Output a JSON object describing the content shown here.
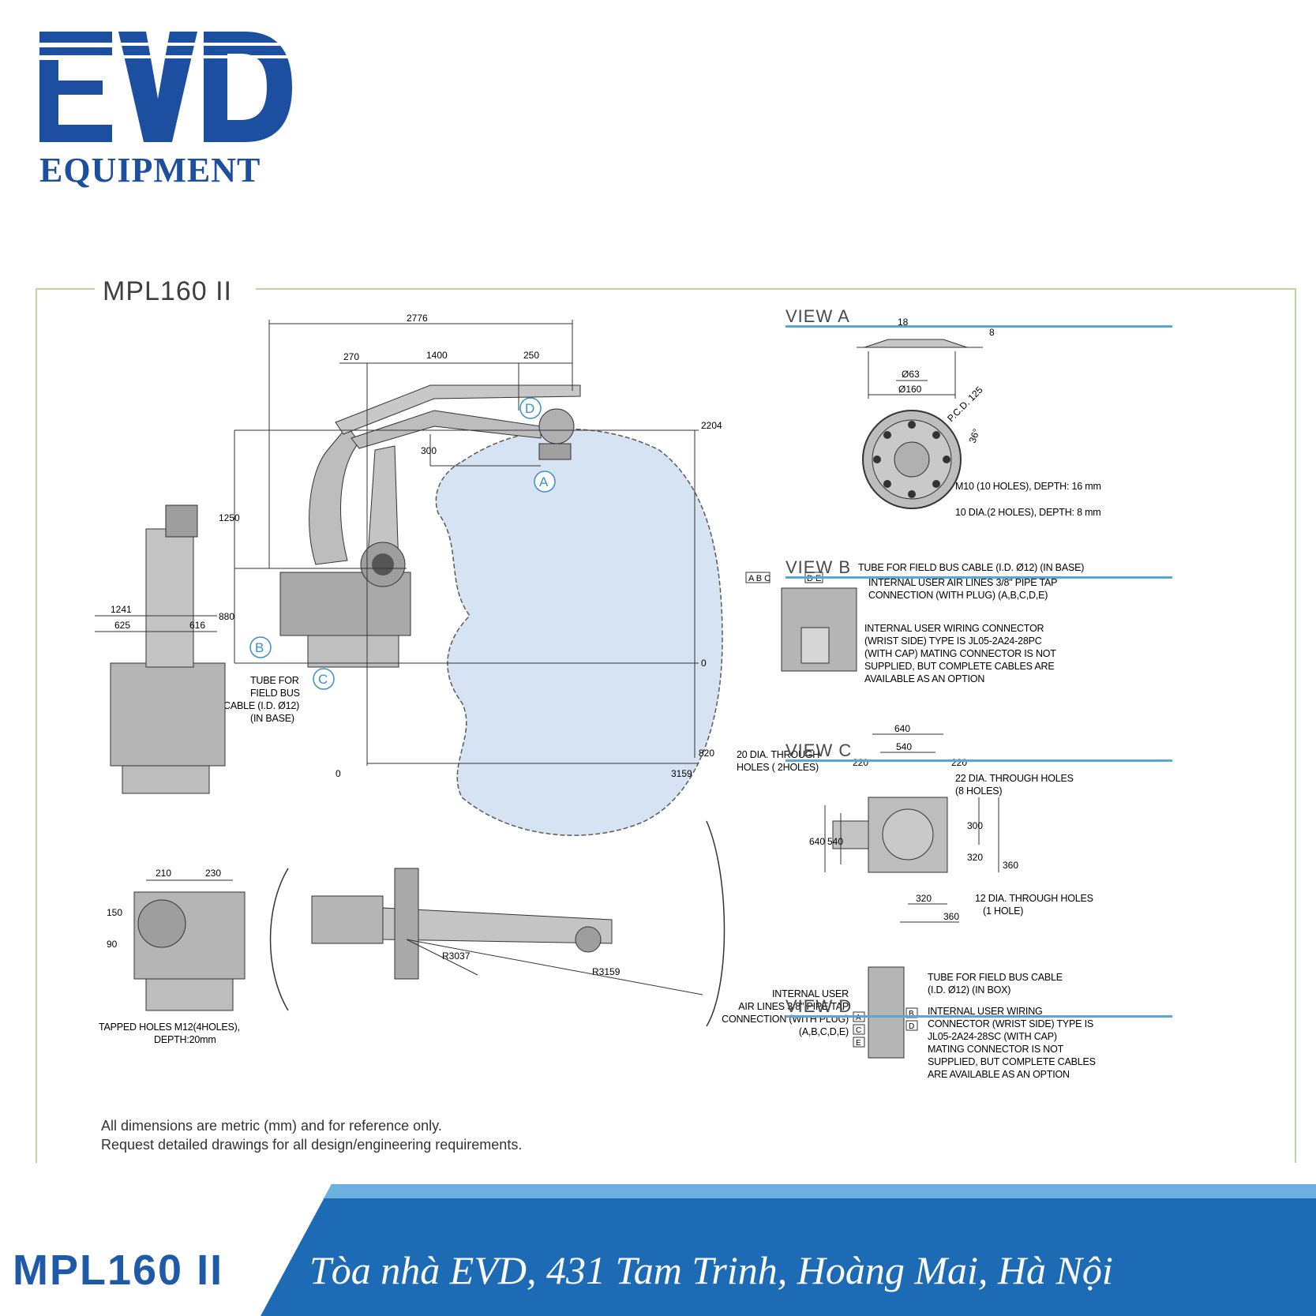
{
  "brand": {
    "logo_letters": "EVD",
    "logo_sub": "EQUIPMENT",
    "colors": {
      "brand_blue": "#1d4fa0",
      "accent_green": "#b9d99a",
      "rule_blue": "#5aa7d6",
      "footer_blue": "#1d6bb5",
      "envelope_fill": "#d6e3f2"
    }
  },
  "frame_title": "MPL160 II",
  "main_view": {
    "dims": {
      "top": "2776",
      "d270": "270",
      "d1400": "1400",
      "d250": "250",
      "d300": "300",
      "d1250": "1250",
      "d880": "880",
      "d2204": "2204",
      "d0r": "0",
      "d820": "820",
      "d0b": "0",
      "d3159": "3159"
    },
    "callouts": {
      "A": "A",
      "B": "B",
      "C": "C",
      "D": "D"
    },
    "tube_note": [
      "TUBE FOR",
      "FIELD BUS",
      "CABLE (I.D. Ø12)",
      "(IN BASE)"
    ]
  },
  "side_view": {
    "d1241": "1241",
    "d625": "625",
    "d616": "616"
  },
  "rear_view": {
    "d210": "210",
    "d230": "230",
    "d150": "150",
    "d90": "90",
    "note": [
      "TAPPED HOLES M12(4HOLES),",
      "DEPTH:20mm"
    ]
  },
  "top_view": {
    "r3037": "R3037",
    "r3159": "R3159"
  },
  "disclaimer": [
    "All dimensions are metric (mm) and for reference only.",
    "Request detailed drawings for all design/engineering requirements."
  ],
  "view_a": {
    "title": "VIEW A",
    "dims": {
      "d18": "18",
      "d8": "8",
      "d63": "Ø63",
      "d160": "Ø160",
      "pcd": "P.C.D. 125",
      "ang": "36°"
    },
    "notes": [
      "M10 (10 HOLES), DEPTH: 16 mm",
      "10 DIA.(2 HOLES), DEPTH: 8 mm"
    ]
  },
  "view_b": {
    "title": "VIEW B",
    "ports_left": "A B C",
    "ports_right": "D E",
    "notes": [
      "TUBE FOR FIELD BUS CABLE (I.D. Ø12) (IN BASE)",
      "INTERNAL USER AIR LINES 3/8\" PIPE TAP",
      "CONNECTION (WITH PLUG) (A,B,C,D,E)",
      "INTERNAL USER WIRING CONNECTOR",
      "(WRIST SIDE) TYPE IS JL05-2A24-28PC",
      "(WITH CAP) MATING CONNECTOR IS NOT",
      "SUPPLIED, BUT COMPLETE CABLES ARE",
      "AVAILABLE AS AN OPTION"
    ]
  },
  "view_c": {
    "title": "VIEW C",
    "dims": {
      "d640t": "640",
      "d540t": "540",
      "d220l": "220",
      "d220r": "220",
      "d640l": "640",
      "d540l": "540",
      "d300": "300",
      "d320r": "320",
      "d360r": "360",
      "d320b": "320",
      "d360b": "360"
    },
    "notes": [
      "20 DIA. THROUGH",
      "HOLES ( 2HOLES)",
      "22 DIA. THROUGH HOLES",
      "(8 HOLES)",
      "12 DIA. THROUGH HOLES",
      "(1 HOLE)"
    ]
  },
  "view_d": {
    "title": "VIEW D",
    "ports": {
      "a": "A",
      "b": "B",
      "c": "C",
      "d": "D",
      "e": "E"
    },
    "left_notes": [
      "INTERNAL USER",
      "AIR LINES 3/8\" PIPE TAP",
      "CONNECTION (WITH PLUG)",
      "(A,B,C,D,E)"
    ],
    "right_notes": [
      "TUBE FOR FIELD BUS CABLE",
      "(I.D. Ø12) (IN BOX)",
      "INTERNAL USER WIRING",
      "CONNECTOR (WRIST SIDE) TYPE IS",
      "JL05-2A24-28SC (WITH CAP)",
      "MATING CONNECTOR IS NOT",
      "SUPPLIED, BUT COMPLETE CABLES",
      "ARE AVAILABLE AS AN OPTION"
    ]
  },
  "footer": {
    "model": "MPL160 II",
    "address": "Tòa nhà EVD, 431 Tam Trinh, Hoàng Mai, Hà Nội"
  }
}
